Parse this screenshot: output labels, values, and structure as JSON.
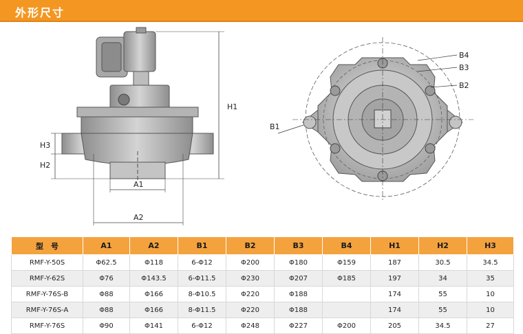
{
  "header": {
    "title": "外形尺寸"
  },
  "drawing_labels": {
    "h1": "H1",
    "h2": "H2",
    "h3": "H3",
    "a1": "A1",
    "a2": "A2",
    "b1": "B1",
    "b2": "B2",
    "b3": "B3",
    "b4": "B4"
  },
  "table": {
    "headers": [
      "型　号",
      "A1",
      "A2",
      "B1",
      "B2",
      "B3",
      "B4",
      "H1",
      "H2",
      "H3"
    ],
    "rows": [
      [
        "RMF-Y-50S",
        "Φ62.5",
        "Φ118",
        "6-Φ12",
        "Φ200",
        "Φ180",
        "Φ159",
        "187",
        "30.5",
        "34.5"
      ],
      [
        "RMF-Y-62S",
        "Φ76",
        "Φ143.5",
        "6-Φ11.5",
        "Φ230",
        "Φ207",
        "Φ185",
        "197",
        "34",
        "35"
      ],
      [
        "RMF-Y-76S-B",
        "Φ88",
        "Φ166",
        "8-Φ10.5",
        "Φ220",
        "Φ188",
        "",
        "174",
        "55",
        "10"
      ],
      [
        "RMF-Y-76S-A",
        "Φ88",
        "Φ166",
        "8-Φ11.5",
        "Φ220",
        "Φ188",
        "",
        "174",
        "55",
        "10"
      ],
      [
        "RMF-Y-76S",
        "Φ90",
        "Φ141",
        "6-Φ12",
        "Φ248",
        "Φ227",
        "Φ200",
        "205",
        "34.5",
        "27"
      ]
    ]
  },
  "colors": {
    "header_bg": "#f39722",
    "table_header_bg": "#f4a23e",
    "row_alt_bg": "#eeeeee"
  }
}
